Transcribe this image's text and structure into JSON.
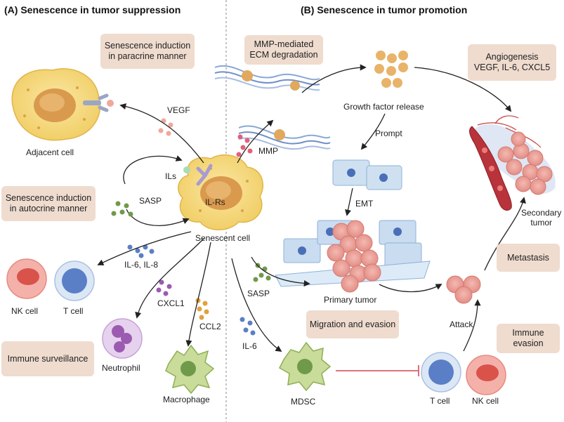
{
  "panels": {
    "left": {
      "title": "(A) Senescence in tumor suppression"
    },
    "right": {
      "title": "(B) Senescence in tumor promotion"
    }
  },
  "boxes": {
    "paracrine": "Senescence induction\nin paracrine manner",
    "autocrine": "Senescence induction\nin autocrine manner",
    "immune_surveillance": "Immune surveillance",
    "mmp_ecm": "MMP-mediated\nECM degradation",
    "angiogenesis": "Angiogenesis\nVEGF, IL-6, CXCL5",
    "metastasis": "Metastasis",
    "migration_evasion": "Migration and evasion",
    "immune_evasion": "Immune\nevasion"
  },
  "labels": {
    "adjacent_cell": "Adjacent cell",
    "vegf": "VEGF",
    "ils": "ILs",
    "il_rs": "IL-Rs",
    "sasp_left": "SASP",
    "senescent_cell": "Senescent cell",
    "il6_il8": "IL-6, IL-8",
    "nk_cell_left": "NK cell",
    "t_cell_left": "T cell",
    "cxcl1": "CXCL1",
    "ccl2": "CCL2",
    "neutrophil": "Neutrophil",
    "macrophage": "Macrophage",
    "mmp": "MMP",
    "growth_factor_release": "Growth factor release",
    "prompt": "Prompt",
    "emt": "EMT",
    "sasp_right": "SASP",
    "primary_tumor": "Primary tumor",
    "il6": "IL-6",
    "mdsc": "MDSC",
    "attack": "Attack",
    "t_cell_right": "T cell",
    "nk_cell_right": "NK cell",
    "secondary_tumor": "Secondary\ntumor"
  },
  "colors": {
    "box_fill": "#efdccf",
    "senescent_yellow": "#f5d77a",
    "nucleus_orange": "#d99a4e",
    "nk_red": "#e9837a",
    "t_blue": "#7f9fd8",
    "neutrophil_purple": "#c7a3d6",
    "macrophage_green": "#b8cf8a",
    "tumor_pink": "#eba39b",
    "inhibit_red": "#d9606a"
  }
}
